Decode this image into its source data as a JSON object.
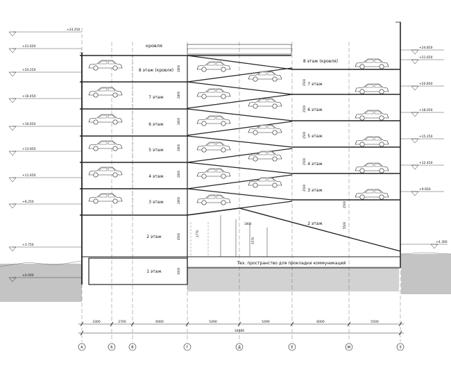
{
  "roof_label": "кровля",
  "floors_left": [
    {
      "label": "8 этаж (кровля)"
    },
    {
      "label": "7 этаж"
    },
    {
      "label": "6 этаж"
    },
    {
      "label": "5 этаж"
    },
    {
      "label": "4 этаж"
    },
    {
      "label": "3 этаж"
    },
    {
      "label": "2 этаж"
    },
    {
      "label": "1 этаж"
    }
  ],
  "floors_right": [
    {
      "label": "8 этаж (кровля)"
    },
    {
      "label": "7 этаж"
    },
    {
      "label": "6 этаж"
    },
    {
      "label": "5 этаж"
    },
    {
      "label": "4 этаж"
    },
    {
      "label": "3 этаж"
    },
    {
      "label": "2 этаж"
    }
  ],
  "tech_space_label": "Тех. пространство для прокладки коммуникаций",
  "elevations_left": [
    "+24.250",
    "+21.650",
    "+20.250",
    "+16.450",
    "+16.650",
    "+13.850",
    "+11.650",
    "+8.250",
    "+3.750",
    "±0.000"
  ],
  "elevations_right": [
    "+24.850",
    "+21.650",
    "+20.850",
    "+18.050",
    "+15.250",
    "+12.450",
    "+9.650",
    "+4.300"
  ],
  "floor_heights": [
    "2800",
    "2800",
    "2800",
    "2800",
    "2800",
    "2800",
    "4500",
    "3000"
  ],
  "right_heights": [
    "2500",
    "2500",
    "2500",
    "2500",
    "2500",
    "2500",
    "5500"
  ],
  "ramp_heights": [
    "2770",
    "1800",
    "2570"
  ],
  "dim_spans": [
    "3300",
    "2700",
    "6000",
    "5490",
    "5490",
    "6000",
    "5500"
  ],
  "total_dimension": "34480",
  "axes": [
    "А",
    "Б",
    "В",
    "Г",
    "Д",
    "Е",
    "Ж",
    "З"
  ],
  "colors": {
    "line": "#222222",
    "ground": "#b5b5b5"
  }
}
